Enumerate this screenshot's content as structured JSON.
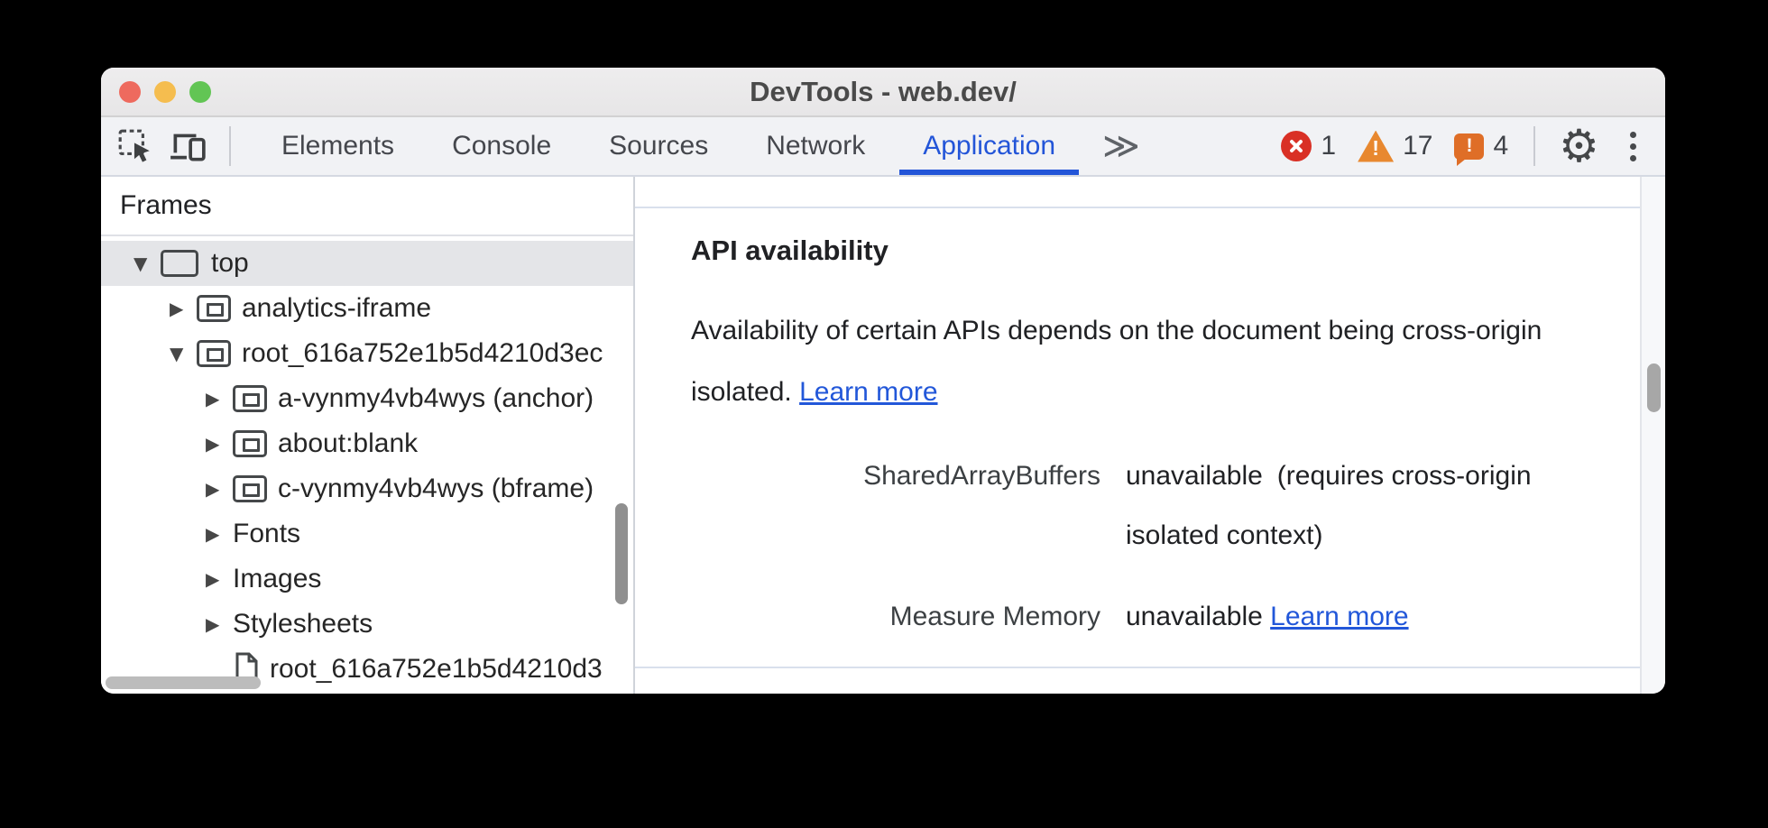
{
  "window": {
    "title": "DevTools - web.dev/"
  },
  "toolbar": {
    "tabs": [
      {
        "label": "Elements",
        "active": false
      },
      {
        "label": "Console",
        "active": false
      },
      {
        "label": "Sources",
        "active": false
      },
      {
        "label": "Network",
        "active": false
      },
      {
        "label": "Application",
        "active": true
      }
    ],
    "more_tabs_glyph": "≫",
    "status": {
      "error_count": "1",
      "warning_count": "17",
      "issue_count": "4"
    },
    "gear_glyph": "⚙"
  },
  "sidebar": {
    "section_title": "Frames",
    "tree": [
      {
        "label": "top",
        "level": 1,
        "expanded": true,
        "icon": "window",
        "selected": true
      },
      {
        "label": "analytics-iframe",
        "level": 2,
        "expanded": false,
        "icon": "iframe",
        "selected": false
      },
      {
        "label": "root_616a752e1b5d4210d3ec",
        "level": 2,
        "expanded": true,
        "icon": "iframe",
        "selected": false
      },
      {
        "label": "a-vynmy4vb4wys (anchor)",
        "level": 3,
        "expanded": false,
        "icon": "iframe",
        "selected": false
      },
      {
        "label": "about:blank",
        "level": 3,
        "expanded": false,
        "icon": "iframe",
        "selected": false
      },
      {
        "label": "c-vynmy4vb4wys (bframe)",
        "level": 3,
        "expanded": false,
        "icon": "iframe",
        "selected": false
      },
      {
        "label": "Fonts",
        "level": 3,
        "expanded": false,
        "icon": null,
        "selected": false
      },
      {
        "label": "Images",
        "level": 3,
        "expanded": false,
        "icon": null,
        "selected": false
      },
      {
        "label": "Stylesheets",
        "level": 3,
        "expanded": false,
        "icon": null,
        "selected": false
      },
      {
        "label": "root_616a752e1b5d4210d3",
        "level": 4,
        "expanded": null,
        "icon": "document",
        "selected": false
      }
    ]
  },
  "content": {
    "section_title": "API availability",
    "description": "Availability of certain APIs depends on the document being cross-origin isolated.",
    "description_link": "Learn more",
    "rows": [
      {
        "label": "SharedArrayBuffers",
        "value": "unavailable",
        "note": "(requires cross-origin isolated context)",
        "link": null
      },
      {
        "label": "Measure Memory",
        "value": "unavailable",
        "note": null,
        "link": "Learn more"
      }
    ]
  },
  "colors": {
    "accent_blue": "#2355d8",
    "link_blue": "#2257d9",
    "error_red": "#d93025",
    "warning_orange": "#e8882f",
    "issue_orange": "#df6e27"
  }
}
